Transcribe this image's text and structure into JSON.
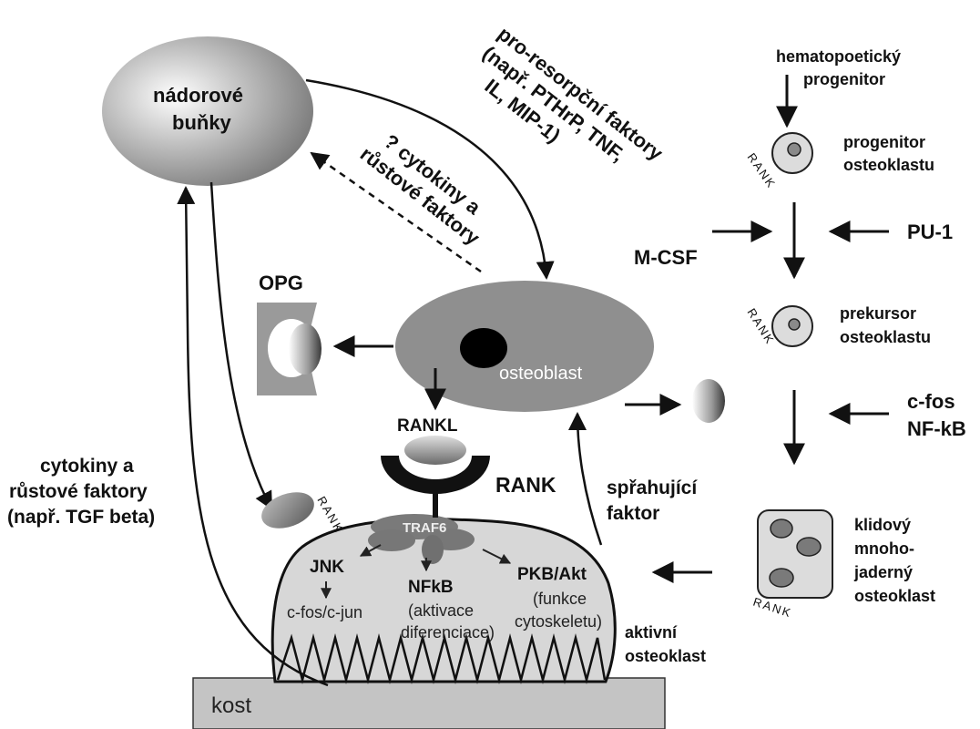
{
  "labels": {
    "tumor_cells": [
      "nádorové",
      "buňky"
    ],
    "pro_resorption": [
      "pro-resorpční faktory",
      "(např. PTHrP, TNF,",
      "IL, MIP-1)"
    ],
    "cytokines_growth": [
      "? cytokiny a",
      "růstové faktory"
    ],
    "hematopoietic": [
      "hematopoetický",
      "progenitor"
    ],
    "osteoclast_progenitor": [
      "progenitor",
      "osteoklastu"
    ],
    "mcsf": "M-CSF",
    "pu1": "PU-1",
    "opg": "OPG",
    "osteoblast": "osteoblast",
    "osteoclast_precursor": [
      "prekursor",
      "osteoklastu"
    ],
    "cfos_nfkb": [
      "c-fos",
      "NF-kB"
    ],
    "rankl": "RANKL",
    "rank_big": "RANK",
    "rank_small": "RANK",
    "fusion_factor": [
      "spřahující",
      "faktor"
    ],
    "cytokines_left": [
      "cytokiny a",
      "růstové faktory",
      "(např. TGF beta)"
    ],
    "traf6": "TRAF6",
    "jnk": "JNK",
    "cfos_cjun": "c-fos/c-jun",
    "nfkb": "NFkB",
    "nfkb_sub": [
      "(aktivace",
      "diferenciace)"
    ],
    "pkb": "PKB/Akt",
    "pkb_sub": [
      "(funkce",
      "cytoskeletu)"
    ],
    "resting_osteoclast": [
      "klidový",
      "mnoho-",
      "jaderný",
      "osteoklast"
    ],
    "active_osteoclast": [
      "aktivní",
      "osteoklast"
    ],
    "bone": "kost"
  }
}
